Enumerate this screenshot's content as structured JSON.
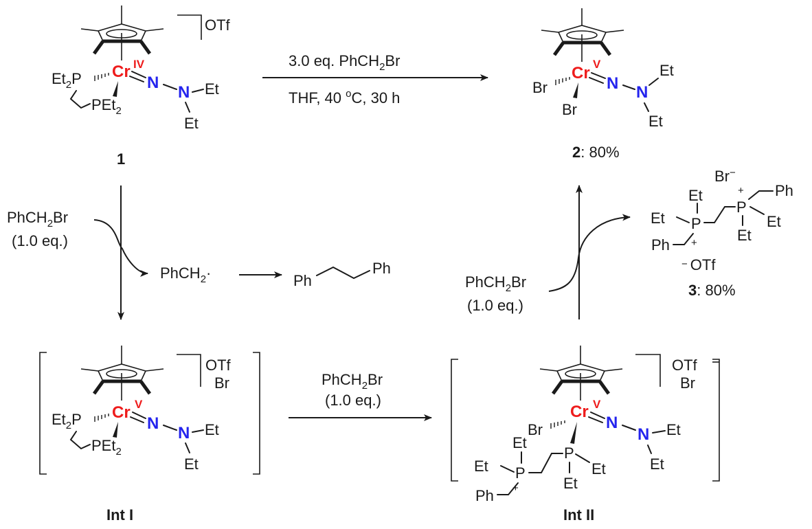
{
  "scheme": {
    "compounds": {
      "c1": {
        "label": "1",
        "metal": "Cr",
        "oxidation": "IV",
        "counterion": "OTf",
        "ligand_left": "Et",
        "ligand_left_sub": "2",
        "ligand_left_p": "P",
        "ligand_bottom_p": "PEt",
        "ligand_bottom_sub": "2",
        "n1": "N",
        "n2": "N",
        "et": "Et"
      },
      "c2": {
        "label": "2",
        "yield": ": 80%",
        "metal": "Cr",
        "oxidation": "V",
        "br": "Br",
        "n1": "N",
        "n2": "N",
        "et": "Et"
      },
      "c3": {
        "label": "3",
        "yield": ": 80%",
        "anion_top": "Br",
        "anion_top_charge": "−",
        "anion_bottom": "OTf",
        "anion_bottom_charge": "−",
        "plus": "+",
        "p": "P",
        "et": "Et",
        "ph": "Ph"
      },
      "int1": {
        "label": "Int I",
        "metal": "Cr",
        "oxidation": "V",
        "counterion1": "OTf",
        "counterion2": "Br",
        "ligand_left": "Et",
        "ligand_left_sub": "2",
        "ligand_left_p": "P",
        "ligand_bottom_p": "PEt",
        "ligand_bottom_sub": "2",
        "n1": "N",
        "n2": "N",
        "et": "Et"
      },
      "int2": {
        "label": "Int II",
        "metal": "Cr",
        "oxidation": "V",
        "counterion1": "OTf",
        "counterion2": "Br",
        "br": "Br",
        "n1": "N",
        "n2": "N",
        "et": "Et",
        "p": "P",
        "ph": "Ph",
        "plus": "+"
      }
    },
    "reactions": {
      "top": {
        "reagent_pre": "3.0 eq. PhCH",
        "reagent_sub": "2",
        "reagent_post": "Br",
        "conditions_pre": "THF, 40 ",
        "conditions_deg": "o",
        "conditions_post": "C, 30 h"
      },
      "down": {
        "reagent_pre": "PhCH",
        "reagent_sub": "2",
        "reagent_post": "Br",
        "equiv": "(1.0 eq.)",
        "byproduct_pre": "PhCH",
        "byproduct_sub": "2",
        "byproduct_post": "·",
        "dimer_left": "Ph",
        "dimer_right": "Ph"
      },
      "bottom": {
        "reagent_pre": "PhCH",
        "reagent_sub": "2",
        "reagent_post": "Br",
        "equiv": "(1.0 eq.)"
      },
      "up": {
        "reagent_pre": "PhCH",
        "reagent_sub": "2",
        "reagent_post": "Br",
        "equiv": "(1.0 eq.)"
      }
    }
  },
  "colors": {
    "metal": "#ee1c1c",
    "nitrogen": "#2424ee",
    "ink": "#1a1a1a"
  }
}
